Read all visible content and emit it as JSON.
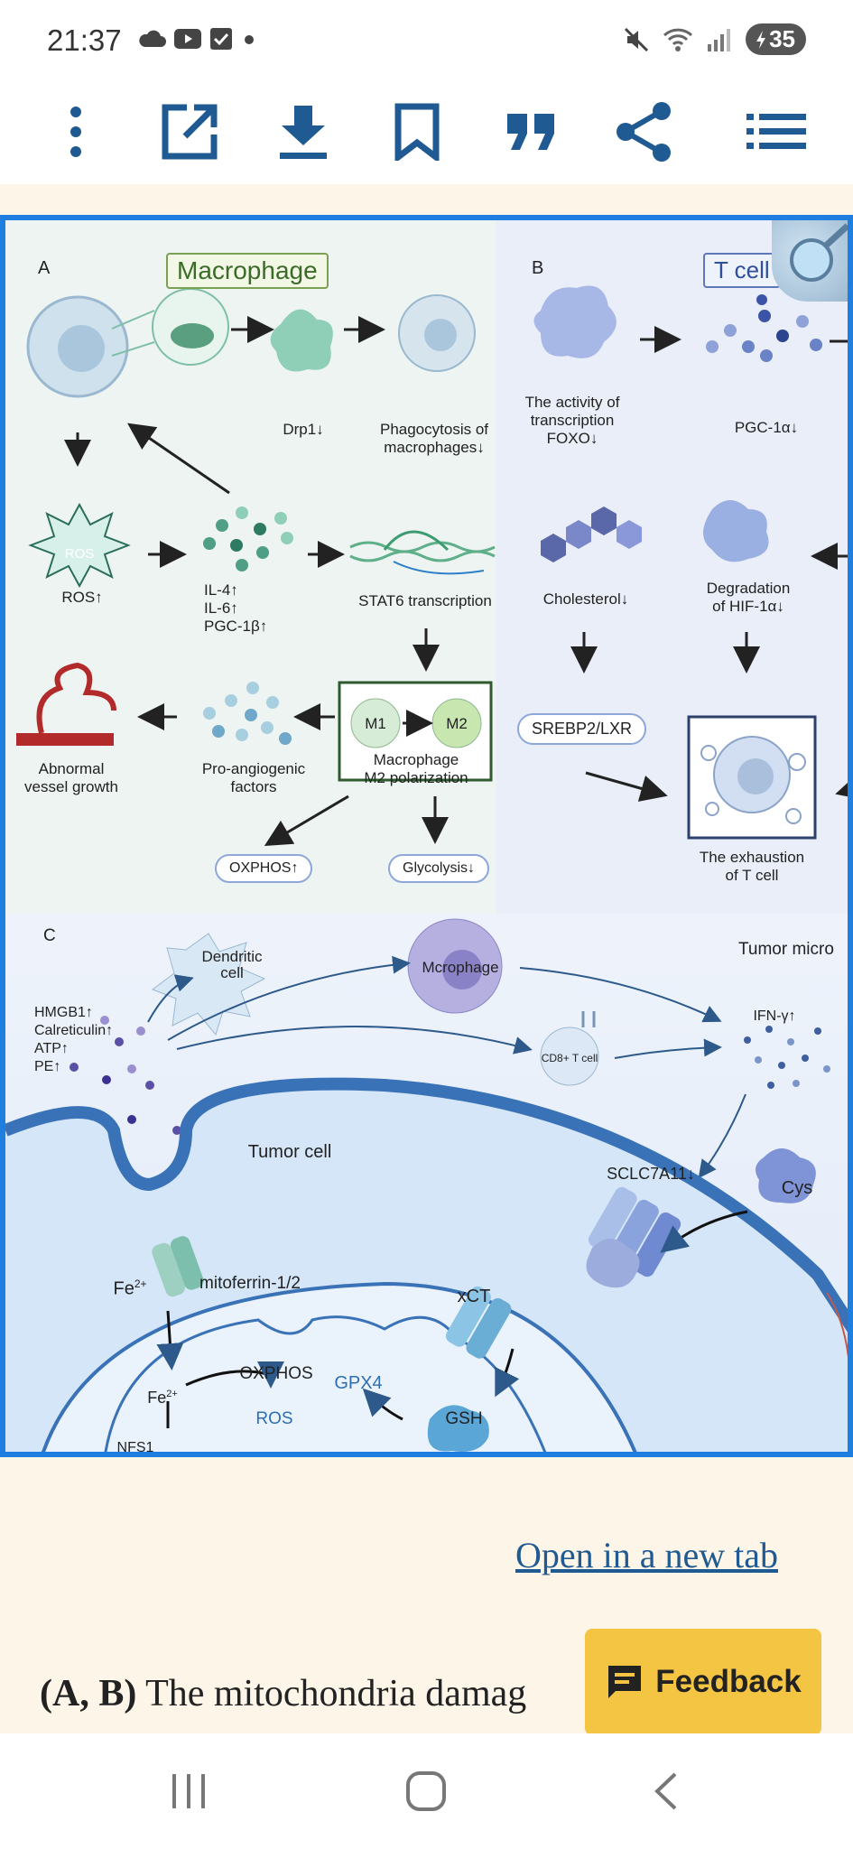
{
  "status_bar": {
    "time": "21:37",
    "battery": "35",
    "left_icons": [
      "cloud-icon",
      "youtube-icon",
      "checkbox-icon",
      "dot-icon"
    ],
    "right_icons": [
      "mute-icon",
      "wifi-icon",
      "signal-icon",
      "battery-icon"
    ]
  },
  "toolbar": {
    "items": [
      "more-icon",
      "open-external-icon",
      "download-icon",
      "bookmark-icon",
      "quote-icon",
      "share-icon",
      "list-icon"
    ]
  },
  "figure": {
    "panel_a": {
      "letter": "A",
      "title": "Macrophage",
      "drp1": "Drp1↓",
      "phago_1": "Phagocytosis of",
      "phago_2": "macrophages↓",
      "ros_badge": "ROS",
      "ros": "ROS↑",
      "il4": "IL-4↑",
      "il6": "IL-6↑",
      "pgc1b": "PGC-1β↑",
      "stat6": "STAT6 transcription",
      "m1": "M1",
      "m2": "M2",
      "macro_m2_1": "Macrophage",
      "macro_m2_2": "M2 polarization",
      "proang_1": "Pro-angiogenic",
      "proang_2": "factors",
      "vessel_1": "Abnormal",
      "vessel_2": "vessel growth",
      "oxphos": "OXPHOS↑",
      "glycolysis": "Glycolysis↓"
    },
    "panel_b": {
      "letter": "B",
      "title": "T cell",
      "foxo_1": "The activity of",
      "foxo_2": "transcription",
      "foxo_3": "FOXO↓",
      "pgc1a": "PGC-1α↓",
      "cholesterol": "Cholesterol↓",
      "hif_1": "Degradation",
      "hif_2": "of HIF-1α↓",
      "srebp": "SREBP2/LXR",
      "exhaust_1": "The exhaustion",
      "exhaust_2": "of T cell"
    },
    "panel_c": {
      "letter": "C",
      "dendritic_1": "Dendritic",
      "dendritic_2": "cell",
      "mcrophage": "Mcrophage",
      "tumor_micro": "Tumor micro",
      "hmgb1": "HMGB1↑",
      "calreticulin": "Calreticulin↑",
      "atp": "ATP↑",
      "pe": "PE↑",
      "ifn": "IFN-γ↑",
      "cd8": "CD8+ T cell",
      "tumor_cell": "Tumor cell",
      "slc": "SCLC7A11↓",
      "cys": "Cys",
      "fe": "Fe",
      "fe_sup": "2+",
      "mitoferrin": "mitoferrin-1/2",
      "xct": "xCT",
      "oxphos": "OXPHOS",
      "gpx4": "GPX4",
      "fe2": "Fe",
      "fe2_sup": "2+",
      "ros": "ROS",
      "gsh": "GSH",
      "nfs1": "NFS1"
    }
  },
  "open_link": "Open in a new tab",
  "caption": {
    "bold": "(A, B)",
    "text": " The mitochondria damag"
  },
  "feedback": "Feedback",
  "nav": [
    "recents-icon",
    "home-icon",
    "back-icon"
  ]
}
